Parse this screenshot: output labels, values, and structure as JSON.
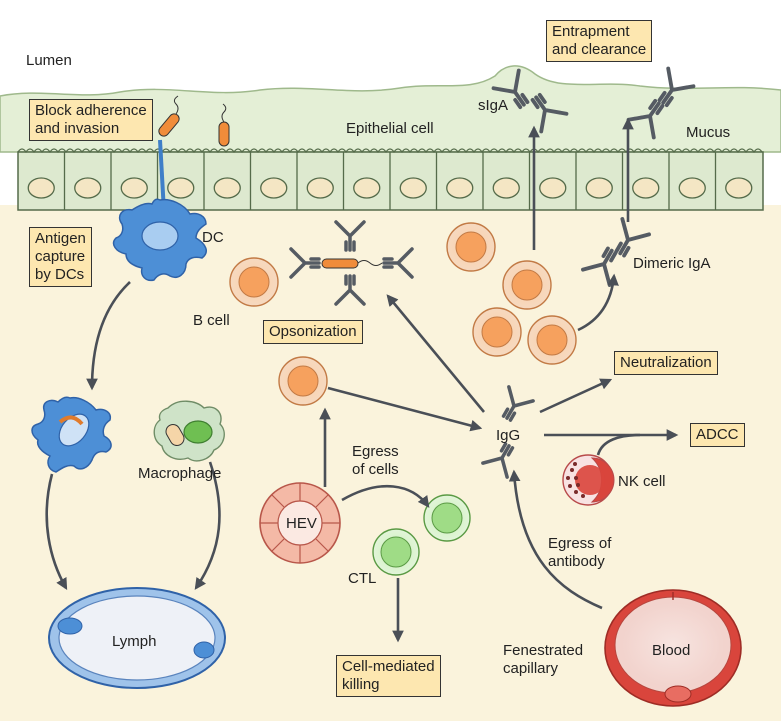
{
  "regions": {
    "lumen": "Lumen",
    "mucus": "Mucus",
    "epithelial_cell": "Epithelial cell"
  },
  "cells": {
    "dc": "DC",
    "b_cell": "B cell",
    "macrophage": "Macrophage",
    "hev": "HEV",
    "ctl": "CTL",
    "nk_cell": "NK cell",
    "lymph": "Lymph",
    "blood": "Blood",
    "fenestrated_capillary_1": "Fenestrated",
    "fenestrated_capillary_2": "capillary"
  },
  "molecules": {
    "siga": "sIgA",
    "dimeric_iga": "Dimeric IgA",
    "igg": "IgG"
  },
  "process_labels": {
    "egress_cells_1": "Egress",
    "egress_cells_2": "of cells",
    "egress_antibody_1": "Egress of",
    "egress_antibody_2": "antibody"
  },
  "function_boxes": {
    "block_adherence_1": "Block adherence",
    "block_adherence_2": "and invasion",
    "entrapment_1": "Entrapment",
    "entrapment_2": "and clearance",
    "antigen_capture_1": "Antigen",
    "antigen_capture_2": "capture",
    "antigen_capture_3": "by DCs",
    "opsonization": "Opsonization",
    "neutralization": "Neutralization",
    "adcc": "ADCC",
    "cell_mediated_1": "Cell-mediated",
    "cell_mediated_2": "killing"
  },
  "colors": {
    "tissue": "#faf3dc",
    "mucus": "#e4efd6",
    "epithelium": "#dde9cf",
    "nucleus": "#f4e6c4",
    "b_cell": "#f6a15e",
    "t_cell": "#9fdc86",
    "dc": "#4d8fd6",
    "blood": "#d9453c",
    "label_box": "#fde7b0",
    "arrow": "#4a4f57"
  }
}
